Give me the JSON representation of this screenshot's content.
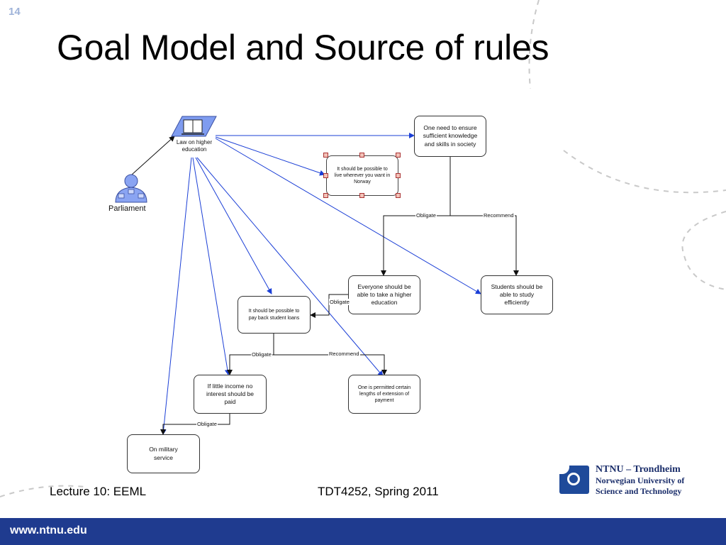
{
  "slide": {
    "number": "14",
    "title": "Goal Model and Source of rules"
  },
  "diagram": {
    "actor": "Parliament",
    "resource": "Law on higher education",
    "goals": {
      "ensure_knowledge": "One need to ensure sufficient knowledge and skills in society",
      "live_anywhere": "It should be possible to live wherever you want in Norway",
      "everyone_education": "Everyone should be able to take a higher education",
      "study_efficiently": "Students should be able to study efficiently",
      "pay_back_loans": "It should be possible to pay back student loans",
      "little_income": "If little income no interest should be paid",
      "extension_payment": "One is permitted certain lengths of extension of payment",
      "military_service": "On military service"
    },
    "edge_labels": {
      "obligate_1": "Obligate",
      "recommend_1": "Recommend",
      "obligate_2": "Obligate",
      "obligate_3": "Obligate",
      "recommend_2": "Recommend",
      "obligate_4": "Obligate"
    }
  },
  "footer": {
    "lecture": "Lecture 10: EEML",
    "course": "TDT4252, Spring 2011",
    "url": "www.ntnu.edu"
  },
  "logo": {
    "line1": "NTNU – Trondheim",
    "line2": "Norwegian University of",
    "line3": "Science and Technology"
  },
  "colors": {
    "link_blue": "#1b3fd6",
    "bar_blue": "#1f3b8f",
    "actor_blue": "#7f9cf0"
  },
  "icons": {
    "actor": "person-actor-icon",
    "resource": "book-resource-icon",
    "logo": "ntnu-logo-icon"
  }
}
